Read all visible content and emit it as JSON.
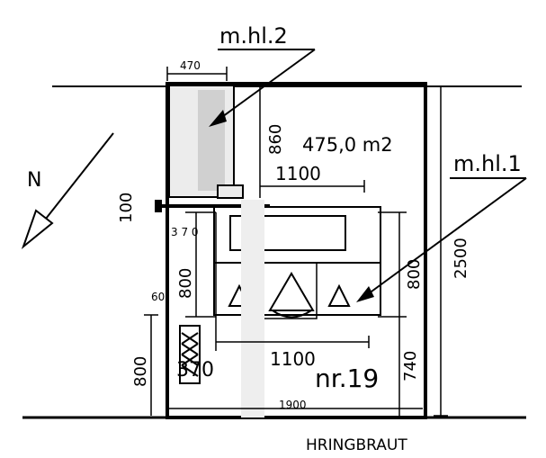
{
  "labels": {
    "extension_label": "m.hl.2",
    "main_label": "m.hl.1",
    "north": "N",
    "area": "475,0 m2",
    "house_number": "nr.19",
    "street": "HRINGBRAUT"
  },
  "dimensions": {
    "ext_width": "470",
    "ext_depth": "860",
    "dim_100": "100",
    "top_length": "1100",
    "bottom_length": "1100",
    "left_800": "800",
    "right_800": "800",
    "outer_800": "800",
    "lot_depth": "2500",
    "lot_width": "1900",
    "d_370_top": "3 7 0",
    "d_370_bottom": "370",
    "d_60": "60",
    "d_740": "740"
  }
}
